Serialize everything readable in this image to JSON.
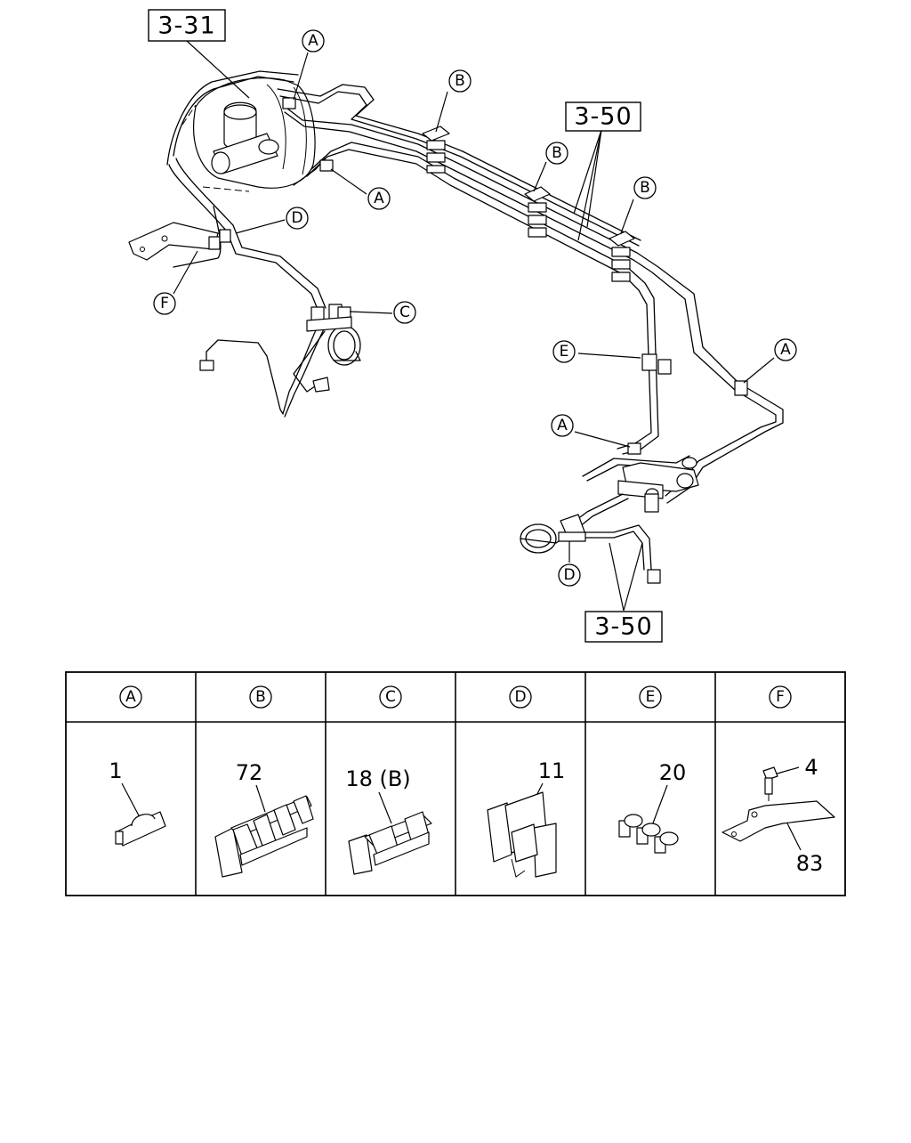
{
  "refs": {
    "master_cylinder": "3-31",
    "pipes_upper": "3-50",
    "pipes_lower": "3-50"
  },
  "callouts": {
    "a1": "A",
    "a2": "A",
    "a3": "A",
    "a4": "A",
    "b1": "B",
    "b2": "B",
    "b3": "B",
    "c1": "C",
    "d1": "D",
    "d2": "D",
    "e1": "E",
    "f1": "F"
  },
  "table": {
    "columns": [
      {
        "letter": "A",
        "part": "1"
      },
      {
        "letter": "B",
        "part": "72"
      },
      {
        "letter": "C",
        "part": "18 (B)"
      },
      {
        "letter": "D",
        "part": "11"
      },
      {
        "letter": "E",
        "part": "20"
      },
      {
        "letter": "F",
        "part": "4",
        "part2": "83"
      }
    ]
  }
}
